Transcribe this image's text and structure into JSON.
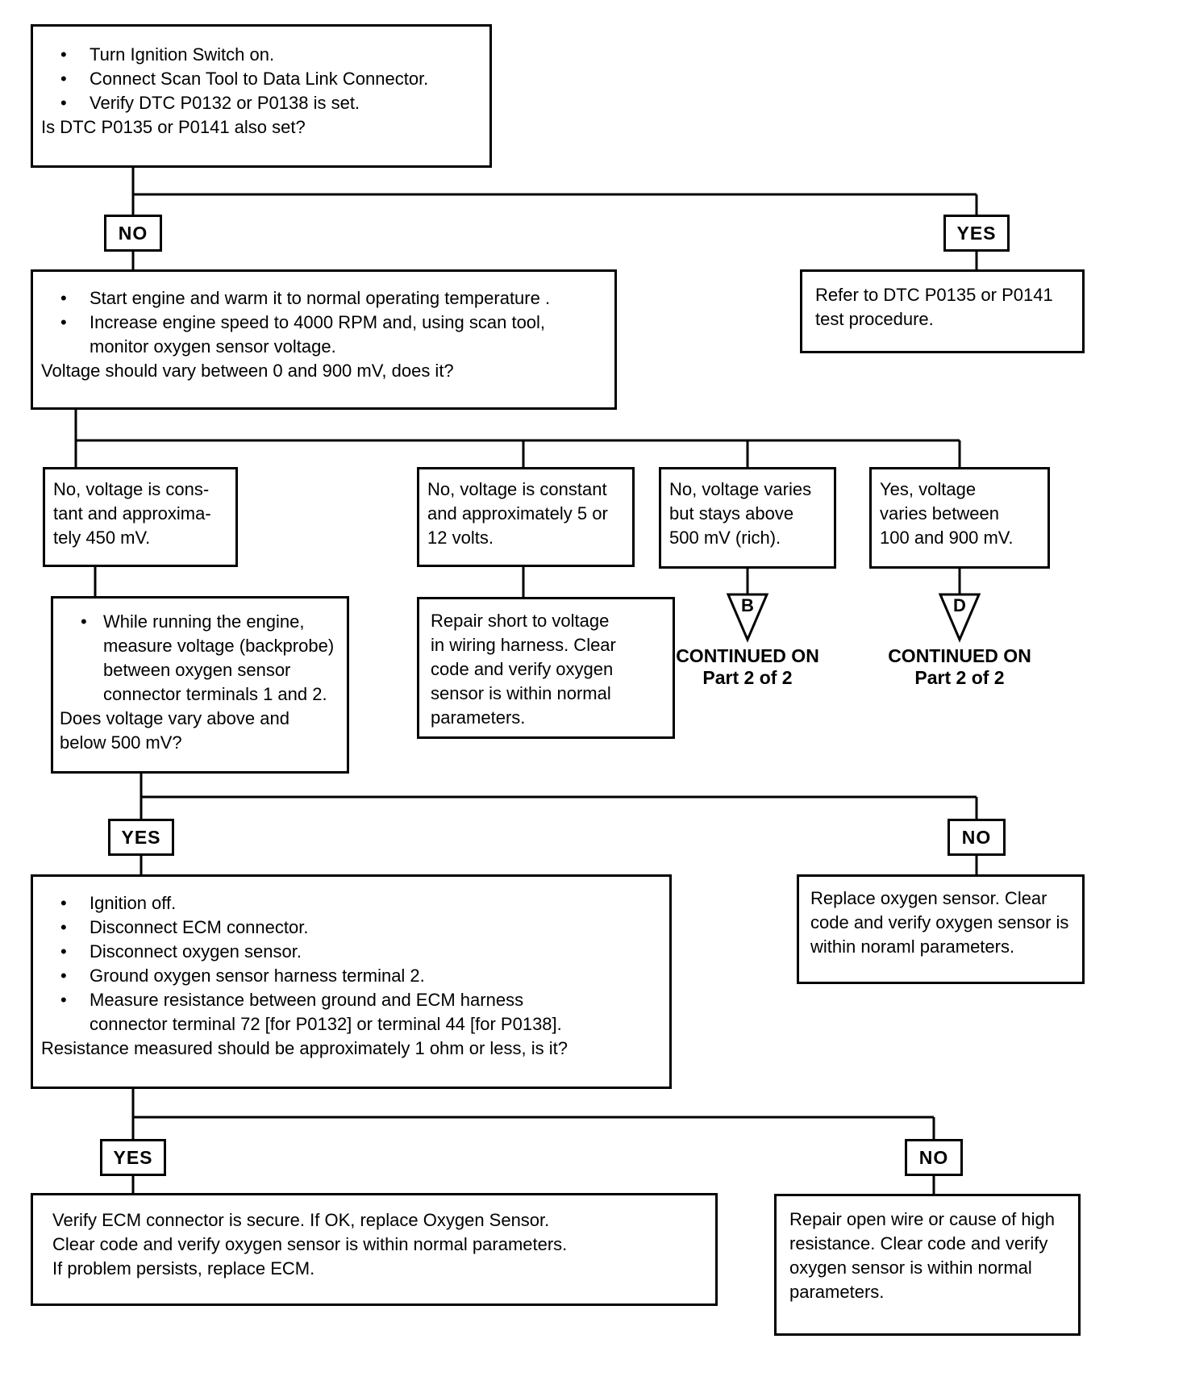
{
  "ui": {
    "bullet_glyph": "•"
  },
  "labels": {
    "yes": "YES",
    "no": "NO"
  },
  "continued": {
    "line1": "CONTINUED ON",
    "line2": "Part 2 of 2"
  },
  "connectors": {
    "b": "B",
    "d": "D"
  },
  "boxes": {
    "start": {
      "bullets": [
        "Turn Ignition Switch on.",
        "Connect Scan Tool to Data Link Connector.",
        "Verify DTC P0132 or P0138 is set."
      ],
      "question": "Is DTC P0135 or P0141 also set?"
    },
    "refer": {
      "text": "Refer to DTC P0135 or P0141\ntest procedure."
    },
    "engine_test": {
      "bullets": [
        "Start engine and warm it to normal operating temperature .",
        "Increase engine speed to 4000 RPM and, using scan tool,\nmonitor oxygen sensor voltage."
      ],
      "question": "Voltage should vary between 0 and 900 mV, does it?"
    },
    "cond_constant_450": {
      "text": "No, voltage is cons-\ntant and approxima-\ntely 450 mV."
    },
    "cond_constant_5_12": {
      "text": "No, voltage is constant\nand approximately 5 or\n12 volts."
    },
    "cond_rich": {
      "text": "No, voltage varies\nbut stays above\n500 mV (rich)."
    },
    "cond_varies": {
      "text": "Yes, voltage\nvaries between\n100 and 900 mV."
    },
    "backprobe_test": {
      "bullets": [
        "While running the engine,\nmeasure voltage (backprobe)\nbetween oxygen sensor\nconnector terminals 1 and 2."
      ],
      "question": "Does voltage vary above and\nbelow 500 mV?"
    },
    "repair_short": {
      "text": "Repair short to voltage\nin wiring harness. Clear\ncode and verify oxygen\nsensor is within normal\nparameters."
    },
    "resistance_test": {
      "bullets": [
        "Ignition off.",
        "Disconnect ECM connector.",
        "Disconnect oxygen sensor.",
        "Ground oxygen sensor harness terminal 2.",
        "Measure resistance between ground and ECM harness\nconnector terminal 72 [for P0132] or terminal 44 [for P0138]."
      ],
      "question": "Resistance measured should be approximately 1 ohm or less, is it?"
    },
    "replace_sensor": {
      "text": "Replace oxygen sensor. Clear\ncode and verify oxygen sensor is\nwithin noraml parameters."
    },
    "verify_ecm": {
      "text": "Verify ECM connector is secure. If OK, replace Oxygen Sensor.\nClear code and verify oxygen sensor is within normal parameters.\nIf problem persists, replace ECM."
    },
    "repair_open": {
      "text": "Repair open wire or cause of high\nresistance. Clear code and verify\noxygen sensor is within normal\nparameters."
    }
  }
}
